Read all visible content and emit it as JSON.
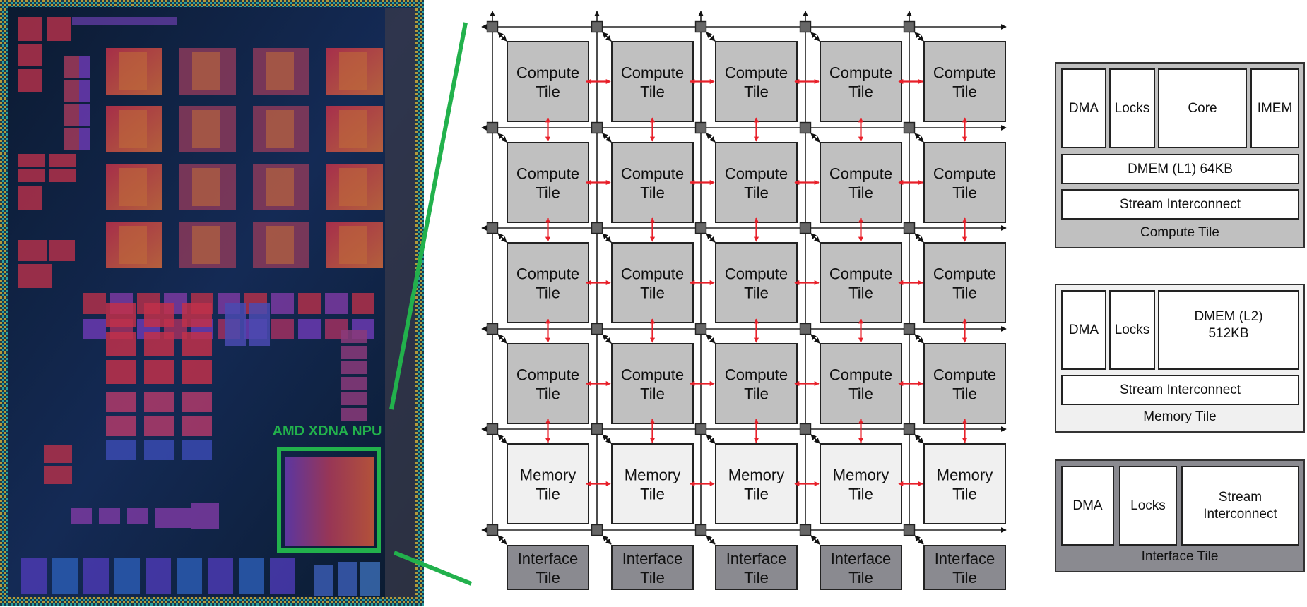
{
  "die": {
    "label": "AMD XDNA NPU",
    "highlight_color": "#22b14c"
  },
  "grid": {
    "columns": 5,
    "rows": [
      {
        "type": "compute",
        "line1": "Compute",
        "line2": "Tile"
      },
      {
        "type": "compute",
        "line1": "Compute",
        "line2": "Tile"
      },
      {
        "type": "compute",
        "line1": "Compute",
        "line2": "Tile"
      },
      {
        "type": "compute",
        "line1": "Compute",
        "line2": "Tile"
      },
      {
        "type": "memory",
        "line1": "Memory",
        "line2": "Tile"
      },
      {
        "type": "interface",
        "line1": "Interface",
        "line2": "Tile"
      }
    ],
    "colors": {
      "compute": "#c0c0c0",
      "memory": "#f0f0f0",
      "interface": "#8a8a90",
      "switch": "#666666",
      "data_arrow": "#e8202a",
      "stream_line": "#222222"
    }
  },
  "details": {
    "compute": {
      "title": "Compute Tile",
      "blocks": [
        "DMA",
        "Locks",
        "Core",
        "IMEM"
      ],
      "dmem": "DMEM (L1) 64KB",
      "stream": "Stream Interconnect"
    },
    "memory": {
      "title": "Memory Tile",
      "blocks": [
        "DMA",
        "Locks",
        "DMEM (L2)\n512KB"
      ],
      "stream": "Stream Interconnect"
    },
    "interface": {
      "title": "Interface Tile",
      "blocks": [
        "DMA",
        "Locks",
        "Stream\nInterconnect"
      ]
    }
  }
}
